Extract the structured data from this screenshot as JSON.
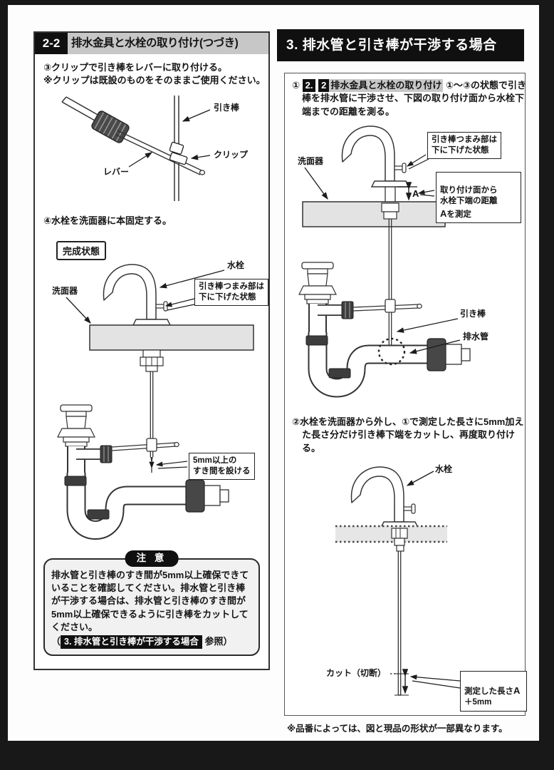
{
  "left": {
    "header": {
      "badge": "2-2",
      "title": "排水金具と水栓の取り付け(つづき)"
    },
    "step3_line1": "③クリップで引き棒をレバーに取り付ける。",
    "step3_line2": "※クリップは既設のものをそのままご使用ください。",
    "diagram1": {
      "rod": "引き棒",
      "clip": "クリップ",
      "lever": "レバー"
    },
    "step4": "④水栓を洗面器に本固定する。",
    "complete_badge": "完成状態",
    "diagram2": {
      "faucet": "水栓",
      "knob_note": "引き棒つまみ部は\n下に下げた状態",
      "basin": "洗面器",
      "gap_note": "5mm以上の\nすき間を設ける"
    },
    "caution": {
      "badge": "注 意",
      "body": "排水管と引き棒のすき間が5mm以上確保できていることを確認してください。排水管と引き棒が干渉する場合は、排水管と引き棒のすき間が5mm以上確保できるように引き棒をカットしてください。",
      "ref_open": "（",
      "ref_badge": "3. 排水管と引き棒が干渉する場合",
      "ref_close": "参照）"
    }
  },
  "right": {
    "header": "3. 排水管と引き棒が干渉する場合",
    "step1": {
      "num": "①",
      "badge1": "2.",
      "badge2": "2",
      "highlight": "排水金具と水栓の取り付け",
      "rest": "①～③の状態で引き棒を排水管に干渉させ、下図の取り付け面から水栓下端までの距離を測る。"
    },
    "diagram1": {
      "knob_note": "引き棒つまみ部は\n下に下げた状態",
      "basin": "洗面器",
      "measure_note_p1": "取り付け面から\n水栓下端の距離\n",
      "measure_note_bold": "A",
      "measure_note_p2": "を測定",
      "dim": "A",
      "rod": "引き棒",
      "drain_pipe": "排水管"
    },
    "step2": "②水栓を洗面器から外し、①で測定した長さに5mm加えた長さ分だけ引き棒下端をカットし、再度取り付ける。",
    "diagram2": {
      "faucet": "水栓",
      "cut": "カット（切断）",
      "measured_p1": "測定した長さ",
      "measured_bold": "A",
      "measured_p2": "\n＋5mm"
    },
    "footnote": "※品番によっては、図と現品の形状が一部異なります。"
  }
}
